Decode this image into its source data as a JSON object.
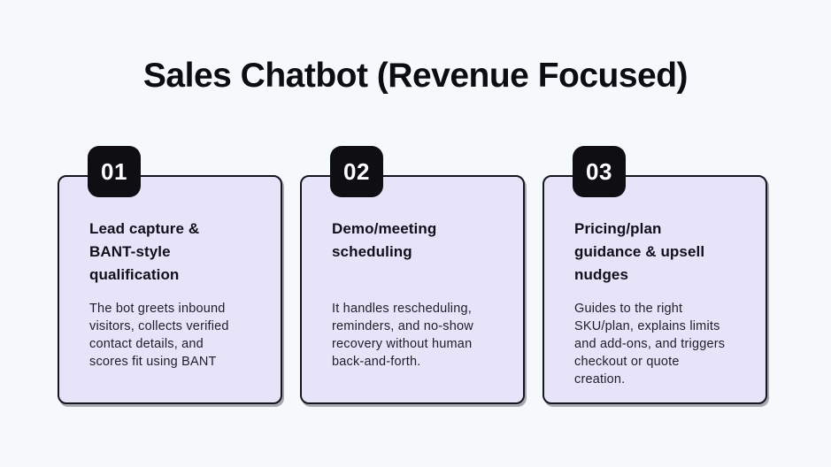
{
  "title": "Sales Chatbot (Revenue Focused)",
  "colors": {
    "page_bg": "#f6f9fc",
    "card_bg": "#e7e4f9",
    "badge_bg": "#0f0e13",
    "badge_text": "#ffffff",
    "border": "#15151f",
    "title_text": "#0c0c14",
    "body_text": "#1e1e28"
  },
  "cards": [
    {
      "number": "01",
      "title": "Lead capture &\nBANT-style\nqualification",
      "description": "The bot greets inbound\nvisitors, collects verified\ncontact details, and\nscores fit using BANT"
    },
    {
      "number": "02",
      "title": "Demo/meeting\nscheduling",
      "description": "It handles rescheduling,\nreminders, and no-show\nrecovery without human\nback-and-forth."
    },
    {
      "number": "03",
      "title": "Pricing/plan\nguidance & upsell\nnudges",
      "description": "Guides to the right\nSKU/plan, explains limits\nand add-ons, and triggers\ncheckout or quote\ncreation."
    }
  ]
}
